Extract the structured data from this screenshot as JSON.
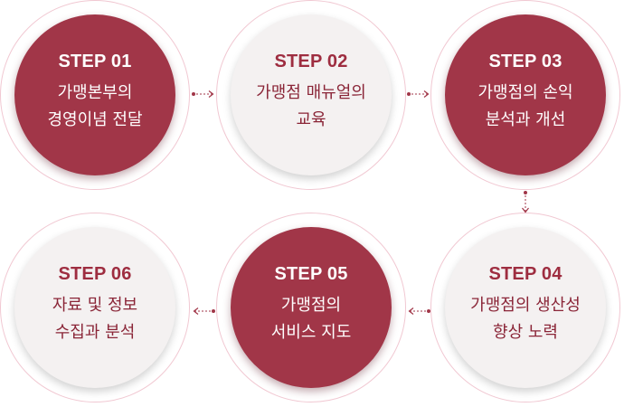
{
  "steps": [
    {
      "number": "STEP 01",
      "label": "가맹본부의\n경영이념 전달",
      "style": "dark"
    },
    {
      "number": "STEP 02",
      "label": "가맹점 매뉴얼의\n교육",
      "style": "light"
    },
    {
      "number": "STEP 03",
      "label": "가맹점의 손익\n분석과 개선",
      "style": "dark"
    },
    {
      "number": "STEP 04",
      "label": "가맹점의 생산성\n향상 노력",
      "style": "light"
    },
    {
      "number": "STEP 05",
      "label": "가맹점의\n서비스 지도",
      "style": "dark"
    },
    {
      "number": "STEP 06",
      "label": "자료 및 정보\n수집과 분석",
      "style": "light"
    }
  ],
  "colors": {
    "dark_fill": "#a13648",
    "light_fill": "#f4f1f1",
    "ring": "#f1c8d2",
    "connector": "#a13648"
  }
}
